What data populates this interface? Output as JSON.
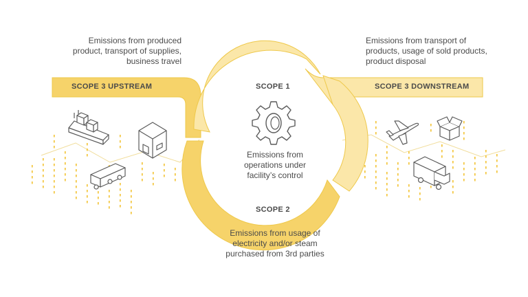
{
  "scope1": {
    "title": "SCOPE 1",
    "description_lines": [
      "Emissions from",
      "operations under",
      "facility’s control"
    ]
  },
  "scope2": {
    "title": "SCOPE 2",
    "description_lines": [
      "Emissions from usage of",
      "electricity and/or steam",
      "purchased from 3rd parties"
    ]
  },
  "scope3_upstream": {
    "title": "SCOPE 3 UPSTREAM",
    "description_lines": [
      "Emissions from produced",
      "product, transport of supplies,",
      "business travel"
    ]
  },
  "scope3_downstream": {
    "title": "SCOPE 3 DOWNSTREAM",
    "description_lines": [
      "Emissions from transport of",
      "products, usage of sold products,",
      "product disposal"
    ]
  },
  "colors": {
    "band_dark": "#f6d36a",
    "band_light": "#fbe7a9",
    "outline": "#eec84a",
    "text": "#4a4a4a",
    "icon_stroke": "#5a5a5a",
    "dot": "#f2c230"
  },
  "icons": {
    "center": "gear-icon",
    "upstream": [
      "cargo-ship-icon",
      "warehouse-icon",
      "freight-train-icon"
    ],
    "downstream": [
      "airplane-icon",
      "box-icon",
      "delivery-truck-icon"
    ]
  }
}
